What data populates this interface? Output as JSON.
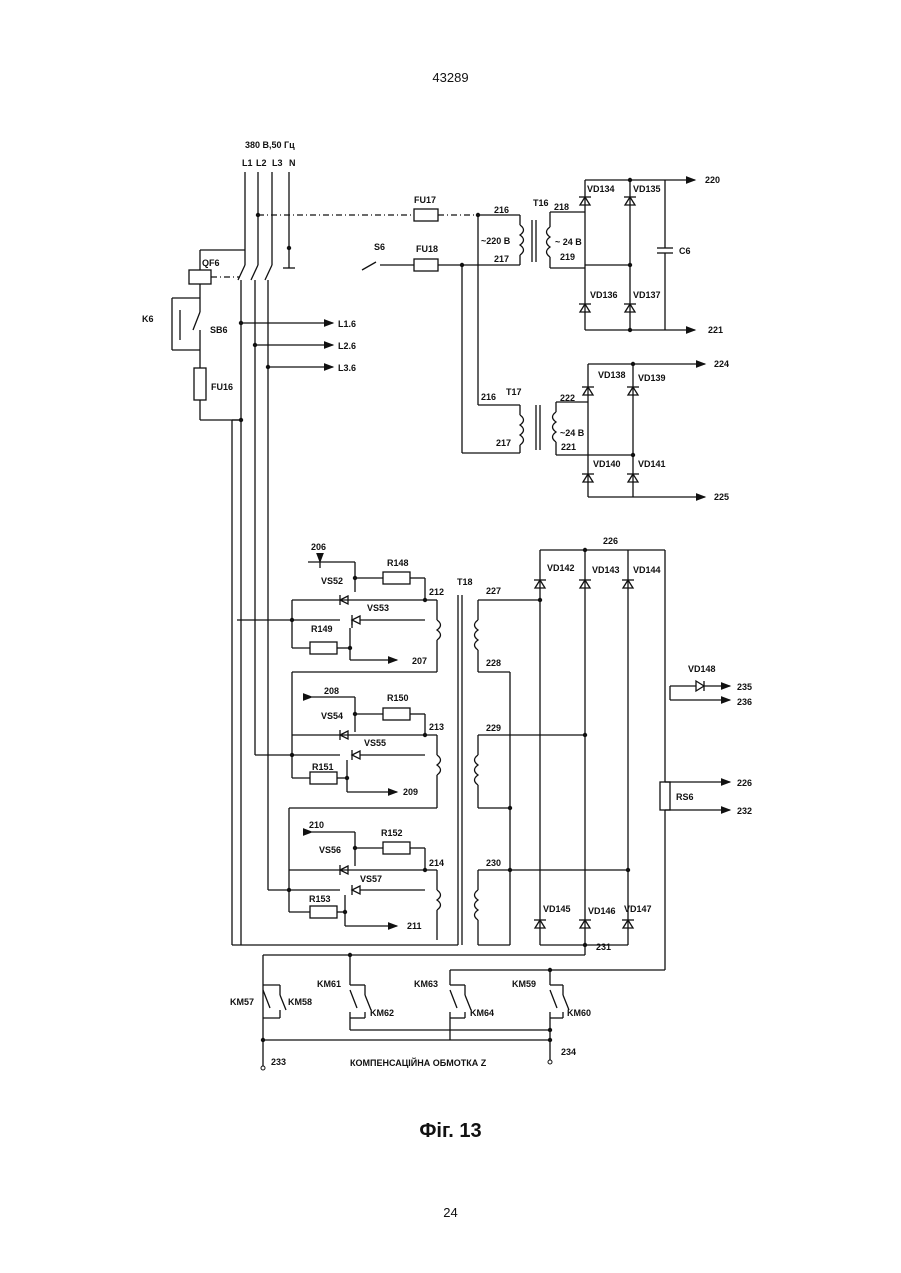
{
  "header": {
    "doc_number": "43289"
  },
  "footer": {
    "page_number": "24"
  },
  "figure": {
    "caption": "Фіг. 13"
  },
  "supply": {
    "voltage": "380 В,50 Гц",
    "phases": [
      "L1",
      "L2",
      "L3",
      "N"
    ]
  },
  "labels": {
    "QF6": "QF6",
    "K6": "K6",
    "SB6": "SB6",
    "FU16": "FU16",
    "FU17": "FU17",
    "FU18": "FU18",
    "S6": "S6",
    "T16": "T16",
    "T17": "T17",
    "T18": "T18",
    "C6": "C6",
    "RS6": "RS6",
    "v220": "~220 В",
    "v24a": "~ 24 В",
    "v24b": "~24 В",
    "L16": "L1.6",
    "L26": "L2.6",
    "L36": "L3.6",
    "compensation": "КОМПЕНСАЦІЙНА ОБМОТКА Z"
  },
  "diodes": [
    "VD134",
    "VD135",
    "VD136",
    "VD137",
    "VD138",
    "VD139",
    "VD140",
    "VD141",
    "VD142",
    "VD143",
    "VD144",
    "VD145",
    "VD146",
    "VD147",
    "VD148"
  ],
  "thyristors": [
    "VS52",
    "VS53",
    "VS54",
    "VS55",
    "VS56",
    "VS57"
  ],
  "resistors": [
    "R148",
    "R149",
    "R150",
    "R151",
    "R152",
    "R153"
  ],
  "contacts": [
    "KM57",
    "KM58",
    "KM61",
    "KM62",
    "KM63",
    "KM64",
    "KM59",
    "KM60"
  ],
  "nodes": {
    "n206": "206",
    "n207": "207",
    "n208": "208",
    "n209": "209",
    "n210": "210",
    "n211": "211",
    "n212": "212",
    "n213": "213",
    "n214": "214",
    "n216a": "216",
    "n217a": "217",
    "n218": "218",
    "n219": "219",
    "n220": "220",
    "n221a": "221",
    "n216b": "216",
    "n217b": "217",
    "n222": "222",
    "n221b": "221",
    "n224": "224",
    "n225": "225",
    "n226a": "226",
    "n227": "227",
    "n228": "228",
    "n229": "229",
    "n230": "230",
    "n231": "231",
    "n235": "235",
    "n236": "236",
    "n226b": "226",
    "n232": "232",
    "n233": "233",
    "n234": "234"
  }
}
